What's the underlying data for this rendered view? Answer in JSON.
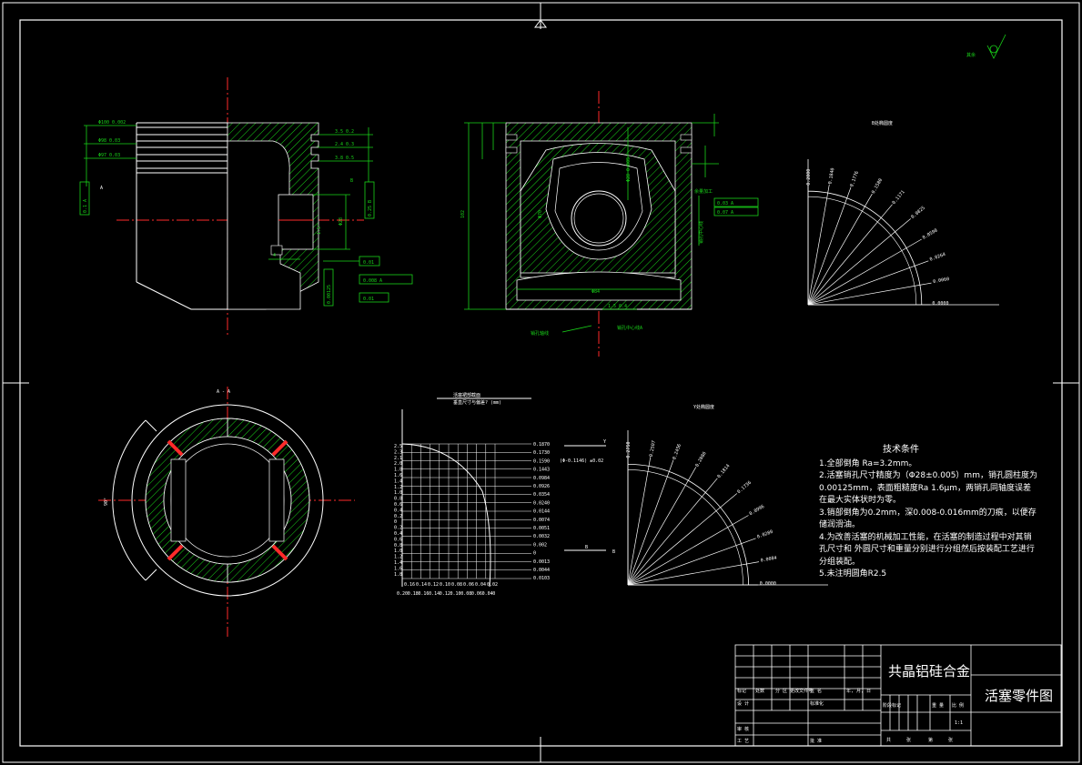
{
  "surface_finish_note": "其余",
  "views": {
    "front_section": {
      "section_marker": "A",
      "tolerance_left": "0.1 A",
      "tolerance_right": "0.25 B",
      "dim_top": "Φ100 0.002",
      "dim_mid1": "Φ98 0.03",
      "dim_mid2": "Φ97 0.03",
      "dim_right1": "3.5 0.2",
      "dim_right2": "2.4 0.3",
      "dim_right3": "3.8 0.5",
      "dim_pin": "Φ28",
      "dim_depth": "4",
      "dim_b": "B",
      "gdt_round": "0.01",
      "gdt_line": "0.008 A",
      "gdt_flat": "0.01",
      "gdt_vertical": "0.00125"
    },
    "side_section": {
      "overall_height": "102",
      "bore_dim": "Φ28 0.005",
      "inner_dim": "Φ70",
      "bottom_dim": "Φ84",
      "callout_top": "1.5 0.4",
      "pin_note": "销孔轴线",
      "skirt_note": "销孔中心线A",
      "tolerance_box1": "0.03 A",
      "tolerance_box2": "0.07 A",
      "side_label": "余量加工",
      "side_label2": "销孔中心线"
    },
    "top_view": {
      "section_label": "A - A",
      "angle_label": "90°"
    },
    "graph": {
      "title_line1": "活塞裙部截面",
      "title_line2": "垂直尺寸与偏差? (mm)",
      "left_ticks": [
        "2.5",
        "2.3",
        "2.1",
        "2.0",
        "1.8",
        "1.6",
        "1.4",
        "1.2",
        "1.0",
        "0.8",
        "0.6",
        "0.4",
        "0.2",
        "0",
        "0.2",
        "0.4",
        "0.6",
        "0.8",
        "1.0",
        "1.2",
        "1.4",
        "1.6",
        "1.8"
      ],
      "right_ticks": [
        "0.1870",
        "0.1730",
        "0.1590",
        "0.1443",
        "0.0984",
        "0.0926",
        "0.0354",
        "0.0240",
        "0.0144",
        "0.0074",
        "0.0051",
        "0.0032",
        "0.002",
        "0",
        "0.0013",
        "0.0044",
        "0.0103"
      ],
      "bottom_ticks_top": [
        "0.16",
        "0.14",
        "0.12",
        "0.10",
        "0.08",
        "0.06",
        "0.04",
        "0.02"
      ],
      "bottom_ticks": [
        "0.20",
        "0.18",
        "0.16",
        "0.14",
        "0.12",
        "0.10",
        "0.08",
        "0.06",
        "0.04",
        "0"
      ],
      "left_label_y": "(Φ-0.1146) ±0.02",
      "left_label_b": "B",
      "right_y": "Y",
      "right_b": "B"
    },
    "polar_top": {
      "title": "B处椭圆度",
      "values": [
        "0.2000",
        "0.1840",
        "0.1776",
        "0.1580",
        "0.1171",
        "0.0825",
        "0.0590",
        "0.0264",
        "0.0060",
        "0.0000"
      ]
    },
    "polar_bottom": {
      "title": "Y处椭圆度",
      "values": [
        "0.2750",
        "0.2507",
        "0.2456",
        "0.2086",
        "0.1814",
        "0.1736",
        "0.0996",
        "0.0280",
        "0.0084",
        "0.0000"
      ]
    }
  },
  "technical_requirements": {
    "title": "技术条件",
    "items": [
      "1.全部倒角 Ra=3.2mm。",
      "2.活塞销孔尺寸精度为（Φ28±0.005）mm，销孔圆柱度为0.00125mm，表面粗糙度Ra 1.6μm，两销孔同轴度误差在最大实体状时为零。",
      "3.销部倒角为0.2mm，深0.008-0.016mm的刀痕，以便存储润滑油。",
      "4.为改善活塞的机械加工性能，在活塞的制造过程中对其销孔尺寸和     外圆尺寸和重量分别进行分组然后按装配工艺进行分组装配。",
      "5.未注明圆角R2.5"
    ]
  },
  "title_block": {
    "material": "共晶铝硅合金",
    "part_name": "活塞零件图",
    "hdr_mark": "标记",
    "hdr_count": "处数",
    "hdr_zone": "分 区",
    "hdr_doc": "更改文件号",
    "hdr_sign": "签 名",
    "hdr_date": "年, 月, 日",
    "design": "设 计",
    "standard": "标准化",
    "stage_mark": "阶段标记",
    "weight": "重 量",
    "scale": "比 例",
    "scale_value": "1:1",
    "review": "审 核",
    "process": "工 艺",
    "approve": "批 准",
    "sheet_total": "共",
    "sheet_label": "张",
    "sheet_no": "第",
    "sheet_label2": "张"
  }
}
